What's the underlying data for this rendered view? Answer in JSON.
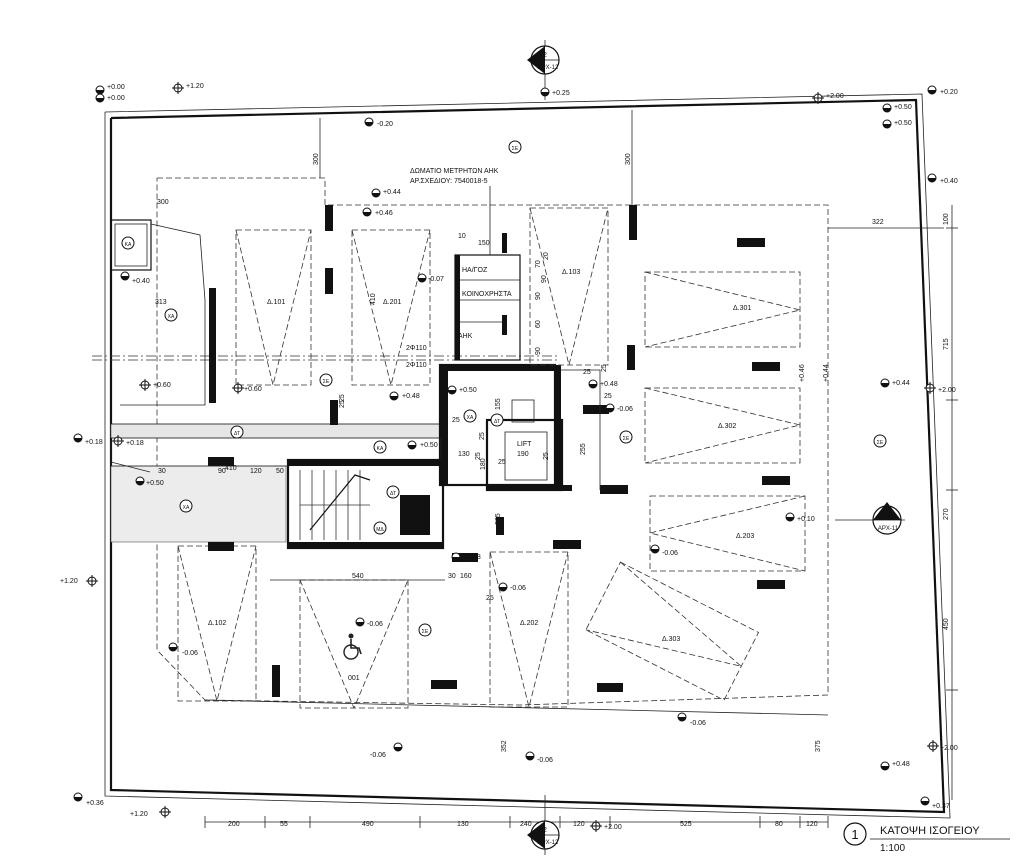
{
  "title": {
    "number": "1",
    "name": "ΚΑΤΟΨΗ ΙΣΟΓΕΙΟΥ",
    "scale": "1:100"
  },
  "section_marks": [
    {
      "number": "2",
      "sheet": "ΑΡΧ-12"
    },
    {
      "number": "2",
      "sheet": "ΑΡΧ-12"
    },
    {
      "number": "1",
      "sheet": "ΑΡΧ-11"
    }
  ],
  "meter_room": {
    "line1": "ΔΩΜΑΤΙΟ ΜΕΤΡΗΤΩΝ ΑΗΚ",
    "line2": "ΑΡ.ΣΧΕΔΙΟΥ: 7540018-5"
  },
  "rooms": {
    "ha_roz": "ΗΑ/ΓΟΖ",
    "common": "ΚΟΙΝΟΧΡΗΣΤΑ",
    "aik": "ΑΗΚ",
    "lift": "LIFT"
  },
  "parking": [
    "Δ.101",
    "Δ.201",
    "Δ.103",
    "Δ.301",
    "Δ.302",
    "Δ.203",
    "Δ.303",
    "Δ.202",
    "Δ.102",
    "001"
  ],
  "levels": [
    "+0.00",
    "+0.00",
    "+1.20",
    "+0.25",
    "+2.00",
    "+0.50",
    "+0.20",
    "-0.20",
    "+0.50",
    "+0.44",
    "+0.46",
    "+0.40",
    "-0.07",
    "+0.40",
    "+0.60",
    "+0.60",
    "+0.50",
    "+0.48",
    "+0.48",
    "-0.06",
    "+0.46",
    "+0.44",
    "+0.44",
    "+2.00",
    "+0.18",
    "+0.18",
    "+0.50",
    "+0.50",
    "+0.10",
    "-0.06",
    "+0.48",
    "+1.20",
    "-0.06",
    "-0.06",
    "-0.06",
    "-0.06",
    "-0.06",
    "-0.06",
    "+2.00",
    "+0.48",
    "+0.36",
    "+1.20",
    "+2.00",
    "+0.37"
  ],
  "markers": [
    "ΣΕ",
    "ΣΕ",
    "ΣΕ",
    "ΣΕ",
    "ΣΕ",
    "ΧΑ",
    "ΧΑ",
    "ΧΑ",
    "ΚΑ",
    "ΚΑ",
    "ΔΤ",
    "ΔΤ",
    "ΔΤ",
    "ΜΔ"
  ],
  "dimensions": {
    "bottom": [
      "200",
      "55",
      "490",
      "130",
      "240",
      "120",
      "525",
      "80",
      "120"
    ],
    "right": [
      "100",
      "715",
      "270",
      "450"
    ],
    "misc": [
      "300",
      "300",
      "300",
      "313",
      "322",
      "10",
      "150",
      "70",
      "90",
      "90",
      "20",
      "60",
      "90",
      "25",
      "25",
      "25",
      "130",
      "190",
      "155",
      "25",
      "180",
      "25",
      "255",
      "205",
      "90",
      "120",
      "50",
      "540",
      "30",
      "160",
      "25",
      "352",
      "375",
      "25",
      "410",
      "410",
      "25",
      "25",
      "2Φ110",
      "2Φ110",
      "25",
      "30",
      "25"
    ]
  },
  "pipes": [
    "2Φ110",
    "2Φ110"
  ]
}
